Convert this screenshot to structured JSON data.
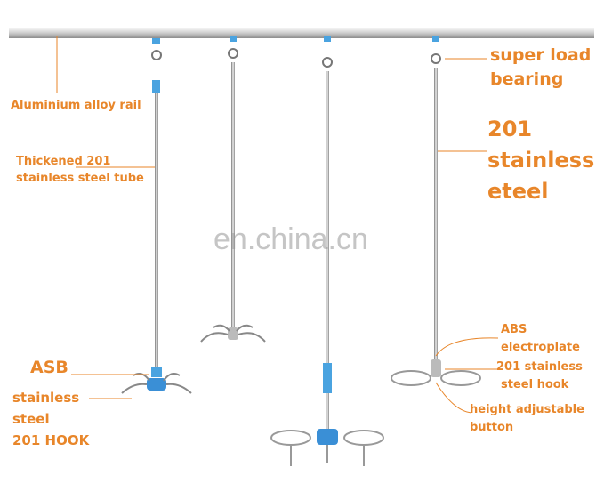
{
  "labels": {
    "rail": "Aluminium alloy rail",
    "tube_1": "Thickened 201",
    "tube_2": "stainless steel tube",
    "load_1": "super load",
    "load_2": "bearing",
    "steel_1": "201",
    "steel_2": "stainless",
    "steel_3": "eteel",
    "asb": "ASB",
    "hook_1": "stainless",
    "hook_2": "steel",
    "hook_3": "201 HOOK",
    "abs_1": "ABS",
    "abs_2": "electroplate",
    "shook_1": "201 stainless",
    "shook_2": "steel hook",
    "btn_1": "height adjustable",
    "btn_2": "button"
  },
  "watermark": "en.china.cn",
  "colors": {
    "accent": "#e8862a",
    "blue": "#4aa3e0",
    "steel": "#9a9a9a"
  }
}
